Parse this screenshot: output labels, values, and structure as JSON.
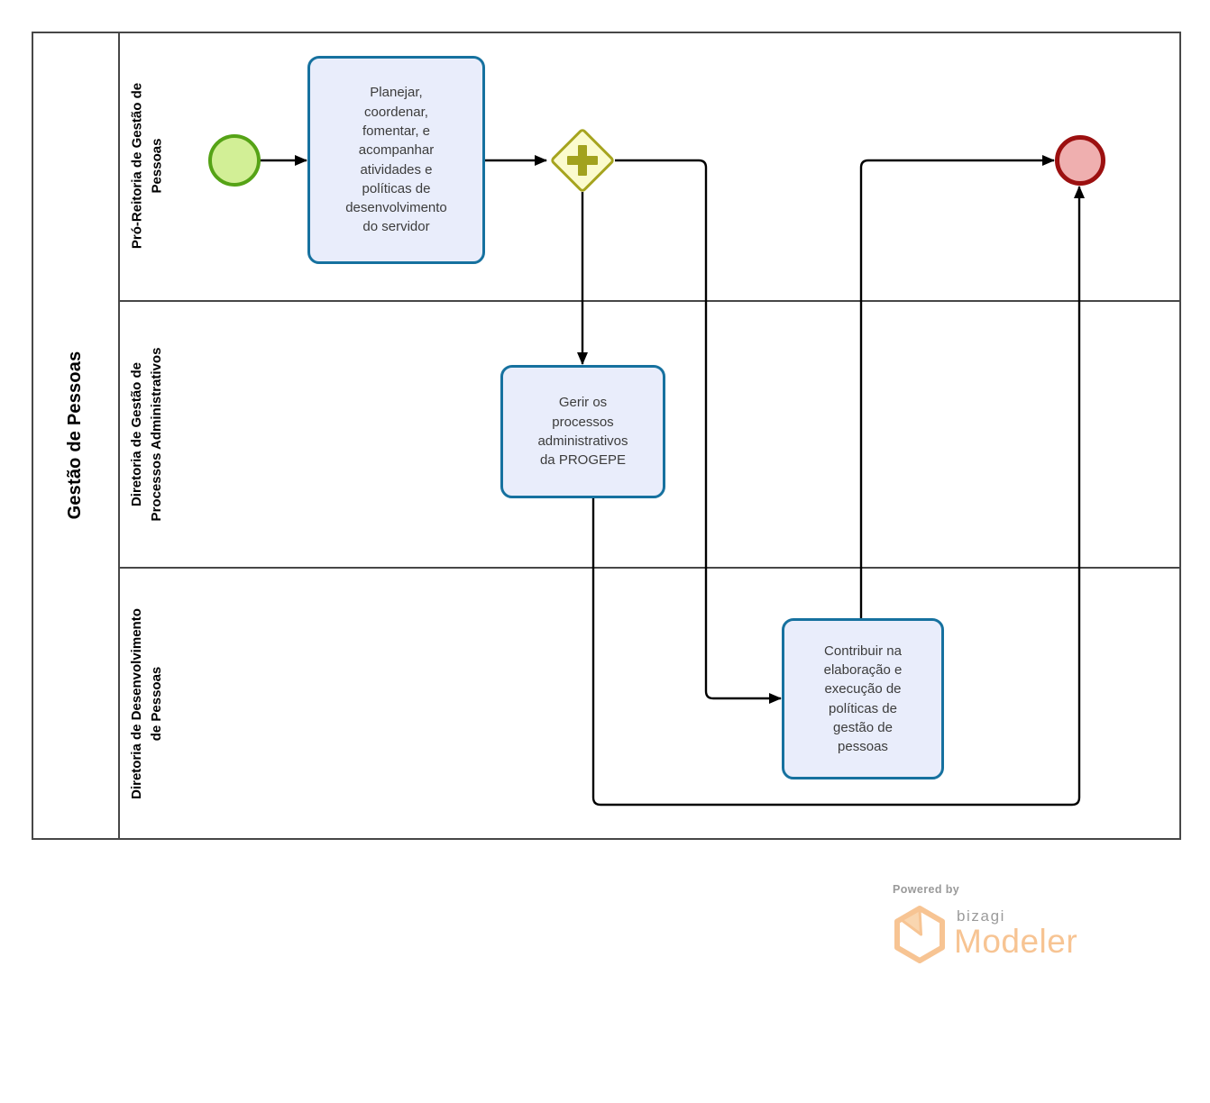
{
  "pool": {
    "title": "Gestão de Pessoas",
    "lanes": [
      {
        "label": "Pró-Reitoria de Gestão de\nPessoas"
      },
      {
        "label": "Diretoria de Gestão de\nProcessos Administrativos"
      },
      {
        "label": "Diretoria de Desenvolvimento\nde Pessoas"
      }
    ]
  },
  "nodes": {
    "task_planejar": {
      "label": "Planejar,\ncoordenar,\nfomentar, e\nacompanhar\natividades e\npolíticas de\ndesenvolvimento\ndo servidor"
    },
    "task_gerir": {
      "label": "Gerir os\nprocessos\nadministrativos\nda PROGEPE"
    },
    "task_contribuir": {
      "label": "Contribuir na\nelaboração e\nexecução de\npolíticas de\ngestão de\npessoas"
    }
  },
  "colors": {
    "task_fill": "#E9EDFB",
    "task_border": "#16719F",
    "start_fill": "#D2EF96",
    "start_border": "#55A316",
    "gateway_fill": "#FBFBCE",
    "gateway_border": "#A6A41F",
    "end_fill": "#EFAFAF",
    "end_border": "#9C1010",
    "connector": "#000000",
    "frame": "#474747",
    "brand_orange": "#F7C493",
    "brand_gray": "#9B9B9B"
  },
  "footer": {
    "powered_by": "Powered by",
    "brand": "bizagi",
    "product": "Modeler"
  }
}
